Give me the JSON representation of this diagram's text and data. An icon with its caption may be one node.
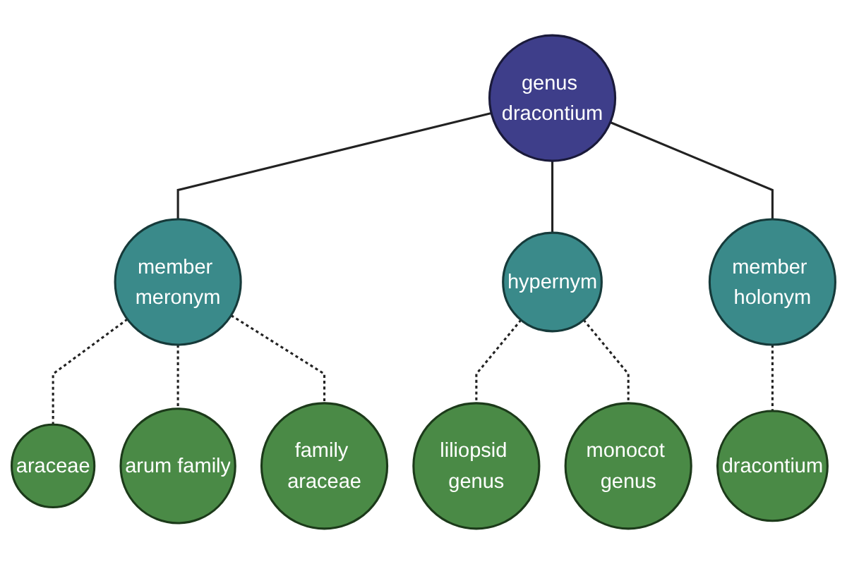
{
  "diagram": {
    "nodes": [
      {
        "text": [
          "arum family"
        ]
      },
      {
        "text": [
          "araceae"
        ]
      },
      {
        "text": [
          "monocot genus"
        ]
      },
      {
        "text": [
          "liliopsid genus"
        ]
      },
      {
        "text": [
          "member meronym"
        ]
      },
      {
        "text": [
          "family araceae"
        ]
      },
      {
        "text": [
          "hypernym"
        ]
      },
      {
        "text": [
          "genus dracontium"
        ]
      },
      {
        "text": [
          "dracontium"
        ]
      },
      {
        "text": [
          "member holonym"
        ]
      }
    ],
    "edges": [
      {
        "from": 7,
        "to": 4,
        "arrow": "none"
      },
      {
        "from": 7,
        "to": 6,
        "arrow": "none"
      },
      {
        "from": 7,
        "to": 9,
        "arrow": "none"
      },
      {
        "from": 4,
        "to": 1,
        "arrow": "none",
        "style": "dashed"
      },
      {
        "from": 4,
        "to": 0,
        "arrow": "none",
        "style": "dashed"
      },
      {
        "from": 4,
        "to": 5,
        "arrow": "none",
        "style": "dashed"
      },
      {
        "from": 6,
        "to": 3,
        "arrow": "none",
        "style": "dashed"
      },
      {
        "from": 6,
        "to": 2,
        "arrow": "none",
        "style": "dashed"
      },
      {
        "from": 9,
        "to": 8,
        "arrow": "none",
        "style": "dashed"
      }
    ]
  }
}
